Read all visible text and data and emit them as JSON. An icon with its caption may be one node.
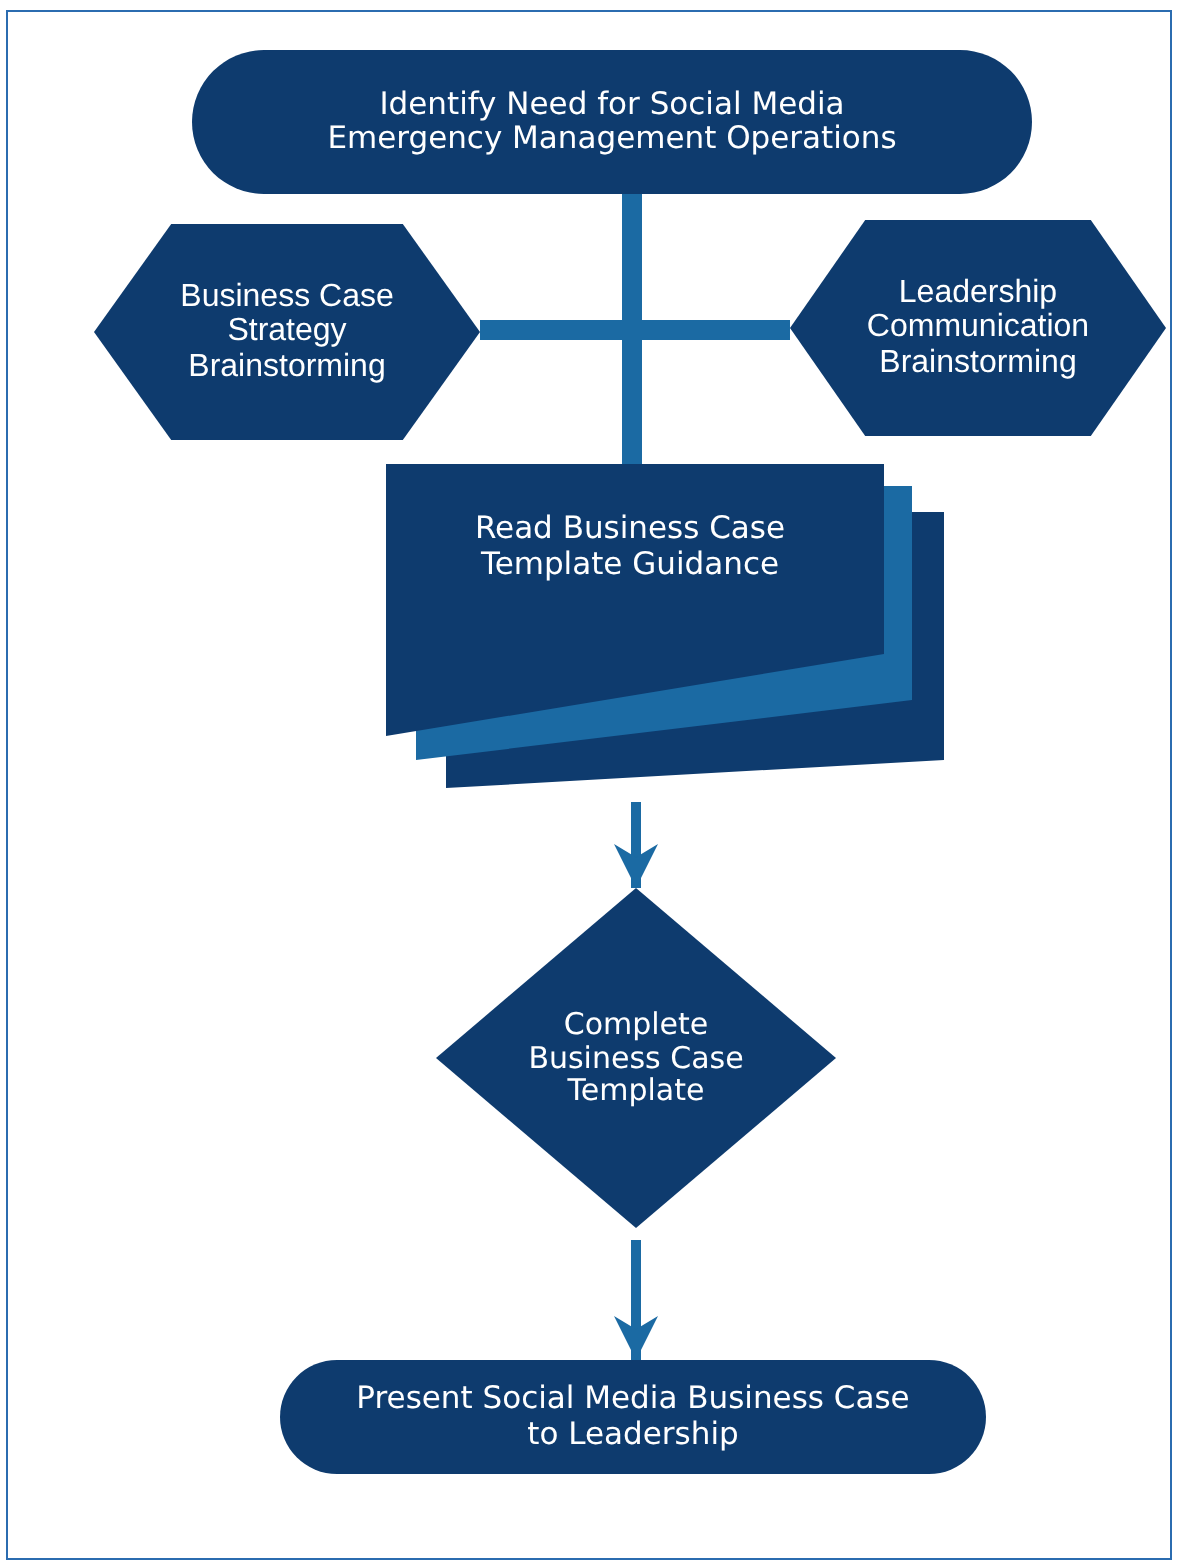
{
  "diagram": {
    "nodes": [
      {
        "text": [
          "Identify Need for Social Media Emergency Management Operations"
        ]
      },
      {
        "text": [
          "Business Case Strategy Brainstorming"
        ]
      },
      {
        "text": [
          "Leadership Communication Brainstorming"
        ]
      },
      {
        "text": [
          "Read Business Case Template Guidance"
        ]
      },
      {
        "text": [
          "Complete Business Case Template"
        ]
      },
      {
        "text": [
          "Present Social Media Business Case to Leadership"
        ]
      }
    ],
    "edges": [
      {
        "from": 0,
        "to": 3,
        "arrow": "none",
        "style": "thick"
      },
      {
        "from": 1,
        "to": 2,
        "arrow": "none",
        "style": "thick"
      },
      {
        "from": 3,
        "to": 4,
        "arrow": "to"
      },
      {
        "from": 4,
        "to": 5,
        "arrow": "to"
      }
    ]
  }
}
